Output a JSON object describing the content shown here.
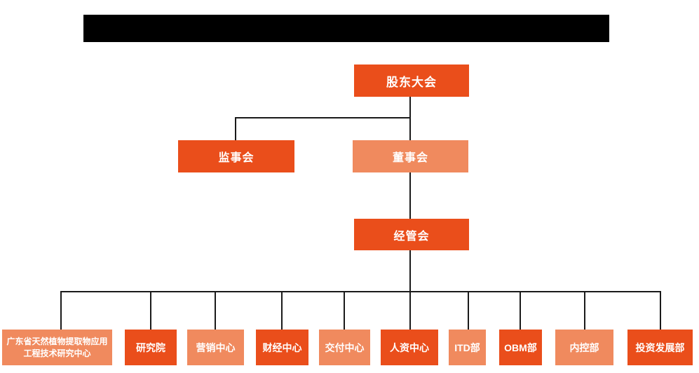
{
  "colors": {
    "node_dark_orange": "#ea4e1b",
    "node_light_orange": "#f08a5e",
    "connector_line": "#1a1a1a",
    "node_text": "#ffffff",
    "redacted_title_bar": "#000000"
  },
  "org": {
    "root": {
      "label": "股东大会"
    },
    "level2": [
      {
        "label": "监事会",
        "variant": "dark"
      },
      {
        "label": "董事会",
        "variant": "light"
      }
    ],
    "level3": {
      "label": "经管会",
      "variant": "dark"
    },
    "departments": [
      {
        "label": "广东省天然植物提取物应用工程技术研究中心",
        "variant": "light"
      },
      {
        "label": "研究院",
        "variant": "dark"
      },
      {
        "label": "营销中心",
        "variant": "light"
      },
      {
        "label": "财经中心",
        "variant": "dark"
      },
      {
        "label": "交付中心",
        "variant": "light"
      },
      {
        "label": "人资中心",
        "variant": "dark"
      },
      {
        "label": "ITD部",
        "variant": "light"
      },
      {
        "label": "OBM部",
        "variant": "dark"
      },
      {
        "label": "内控部",
        "variant": "light"
      },
      {
        "label": "投资发展部",
        "variant": "dark"
      }
    ]
  }
}
